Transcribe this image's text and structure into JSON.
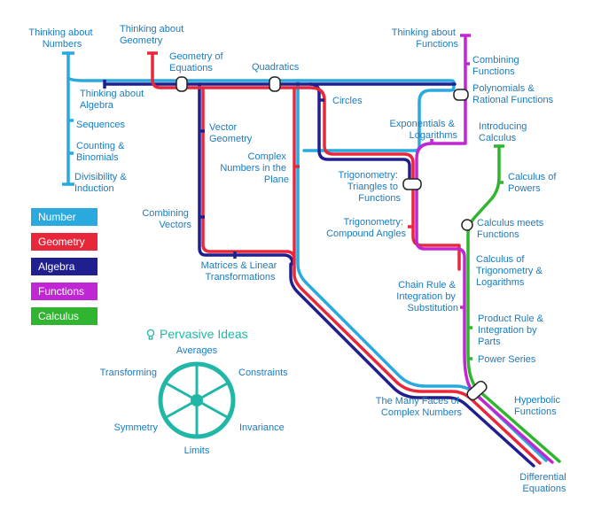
{
  "colors": {
    "number": "#2aa9df",
    "geometry": "#e8283a",
    "algebra": "#1f1f8f",
    "functions": "#c026d3",
    "calculus": "#2fb52f",
    "label": "#1a7bbf",
    "pervasive": "#21b7a6"
  },
  "stations": {
    "thinking_about_numbers": [
      "Thinking about",
      "Numbers"
    ],
    "thinking_about_algebra": [
      "Thinking about",
      "Algebra"
    ],
    "sequences": [
      "Sequences"
    ],
    "counting_binomials": [
      "Counting &",
      "Binomials"
    ],
    "divisibility_induction": [
      "Divisibility &",
      "Induction"
    ],
    "thinking_about_geometry": [
      "Thinking about",
      "Geometry"
    ],
    "geometry_of_equations": [
      "Geometry of",
      "Equations"
    ],
    "quadratics": [
      "Quadratics"
    ],
    "vector_geometry": [
      "Vector",
      "Geometry"
    ],
    "complex_numbers_plane": [
      "Complex",
      "Numbers in the",
      "Plane"
    ],
    "combining_vectors": [
      "Combining",
      "Vectors"
    ],
    "matrices": [
      "Matrices & Linear",
      "Transformations"
    ],
    "circles": [
      "Circles"
    ],
    "thinking_about_functions": [
      "Thinking about",
      "Functions"
    ],
    "combining_functions": [
      "Combining",
      "Functions"
    ],
    "polynomials_rational": [
      "Polynomials &",
      "Rational Functions"
    ],
    "exponentials_logarithms": [
      "Exponentials &",
      "Logarithms"
    ],
    "introducing_calculus": [
      "Introducing",
      "Calculus"
    ],
    "calculus_of_powers": [
      "Calculus of",
      "Powers"
    ],
    "trig_triangles": [
      "Trigonometry:",
      "Triangles to",
      "Functions"
    ],
    "calculus_meets_functions": [
      "Calculus meets",
      "Functions"
    ],
    "trig_compound_angles": [
      "Trigonometry:",
      "Compound Angles"
    ],
    "calculus_trig_log": [
      "Calculus of",
      "Trigonometry &",
      "Logarithms"
    ],
    "chain_rule": [
      "Chain Rule &",
      "Integration by",
      "Substitution"
    ],
    "product_rule": [
      "Product Rule &",
      "Integration by",
      "Parts"
    ],
    "power_series": [
      "Power Series"
    ],
    "many_faces": [
      "The Many Faces of",
      "Complex Numbers"
    ],
    "hyperbolic_functions": [
      "Hyperbolic",
      "Functions"
    ],
    "differential_equations": [
      "Differential",
      "Equations"
    ]
  },
  "legend": [
    {
      "label": "Number",
      "color": "#2aa9df"
    },
    {
      "label": "Geometry",
      "color": "#e8283a"
    },
    {
      "label": "Algebra",
      "color": "#1f1f8f"
    },
    {
      "label": "Functions",
      "color": "#c026d3"
    },
    {
      "label": "Calculus",
      "color": "#2fb52f"
    }
  ],
  "pervasive": {
    "title": "Pervasive Ideas",
    "averages": "Averages",
    "constraints": "Constraints",
    "invariance": "Invariance",
    "limits": "Limits",
    "symmetry": "Symmetry",
    "transforming": "Transforming"
  }
}
